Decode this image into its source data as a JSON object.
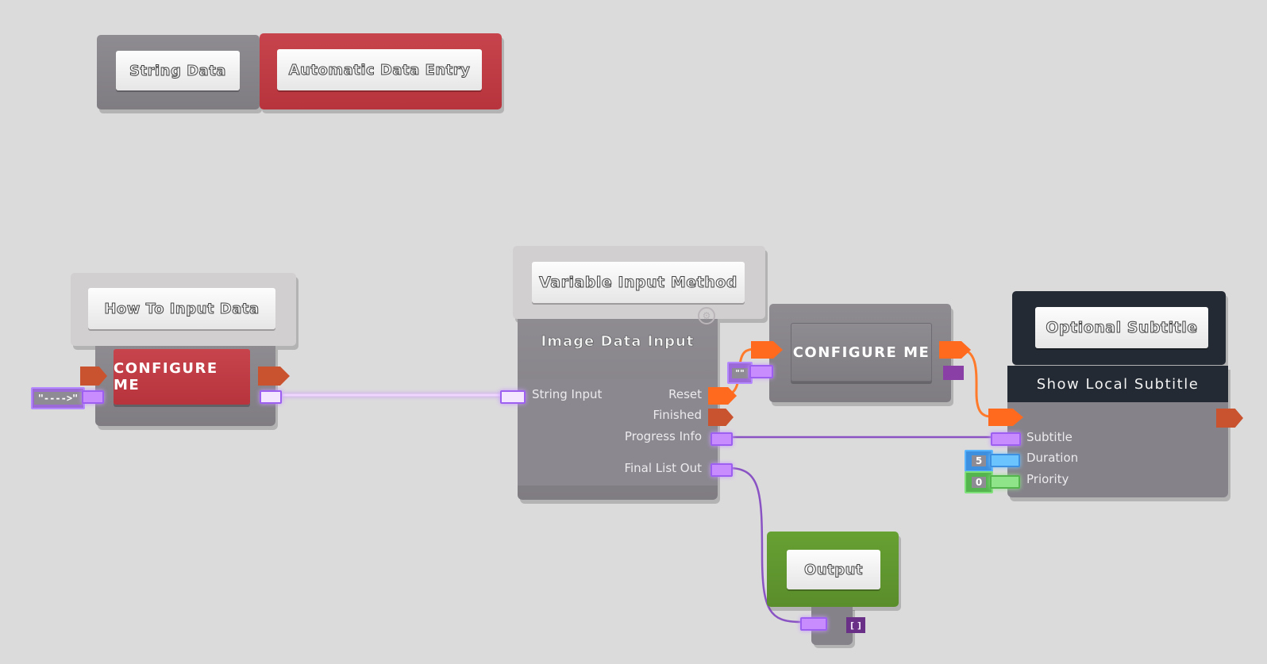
{
  "top_buttons": {
    "string_data": "String Data",
    "automatic_data_entry": "Automatic Data Entry"
  },
  "node_how_to": {
    "title": "How To Input Data",
    "configure": "CONFIGURE ME",
    "string_literal": "\"---->\""
  },
  "node_variable": {
    "title": "Variable Input Method",
    "subtitle": "Image Data Input",
    "inputs": [
      "String Input"
    ],
    "outputs": [
      "Reset",
      "Finished",
      "Progress Info",
      "Final List Out"
    ],
    "empty_string_literal": "\"\""
  },
  "node_configure_mid": {
    "configure": "CONFIGURE ME"
  },
  "node_subtitle": {
    "title": "Optional Subtitle",
    "subtitle": "Show Local Subtitle",
    "inputs": [
      "Subtitle",
      "Duration",
      "Priority"
    ],
    "duration_value": "5",
    "priority_value": "0"
  },
  "node_output": {
    "title": "Output",
    "list_glyph": "[ ]"
  },
  "colors": {
    "background": "#dcdbdc",
    "node_gray": "#85828a",
    "red": "#bf3b44",
    "green": "#5e952f",
    "dark_navy": "#232a33",
    "flow_orange": "#ff6a1f",
    "string_purple": "#c88cff",
    "number_blue": "#4aa8ff",
    "int_green": "#6fd26a"
  },
  "icons": {
    "gear": "settings-gear-icon",
    "flow": "flow-arrow-icon"
  }
}
